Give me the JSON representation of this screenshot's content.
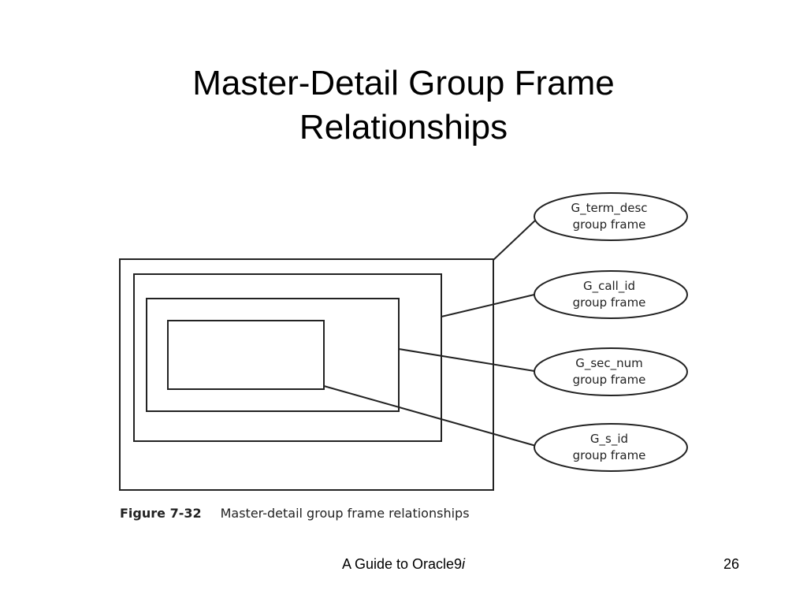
{
  "slide": {
    "title_line1": "Master-Detail Group Frame",
    "title_line2": "Relationships"
  },
  "diagram": {
    "frames": [
      {
        "name": "G_term_desc",
        "suffix": "group frame"
      },
      {
        "name": "G_call_id",
        "suffix": "group frame"
      },
      {
        "name": "G_sec_num",
        "suffix": "group frame"
      },
      {
        "name": "G_s_id",
        "suffix": "group frame"
      }
    ],
    "caption_number": "Figure 7-32",
    "caption_text": "Master-detail group frame relationships"
  },
  "footer": {
    "text": "A Guide to Oracle9",
    "text_italic": "i",
    "page_number": "26"
  }
}
